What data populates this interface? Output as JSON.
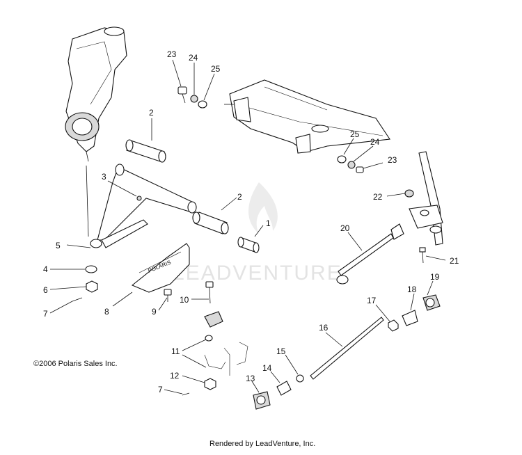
{
  "callouts": [
    "23",
    "24",
    "25",
    "2",
    "3",
    "2",
    "1",
    "5",
    "4",
    "6",
    "7",
    "8",
    "9",
    "10",
    "11",
    "12",
    "7",
    "13",
    "14",
    "15",
    "16",
    "17",
    "18",
    "19",
    "20",
    "21",
    "22",
    "25",
    "24",
    "23"
  ],
  "copyright": "©2006 Polaris Sales Inc.",
  "footer": "Rendered by LeadVenture, Inc.",
  "watermark": "LEADVENTURE",
  "decal_text": "POLARIS"
}
